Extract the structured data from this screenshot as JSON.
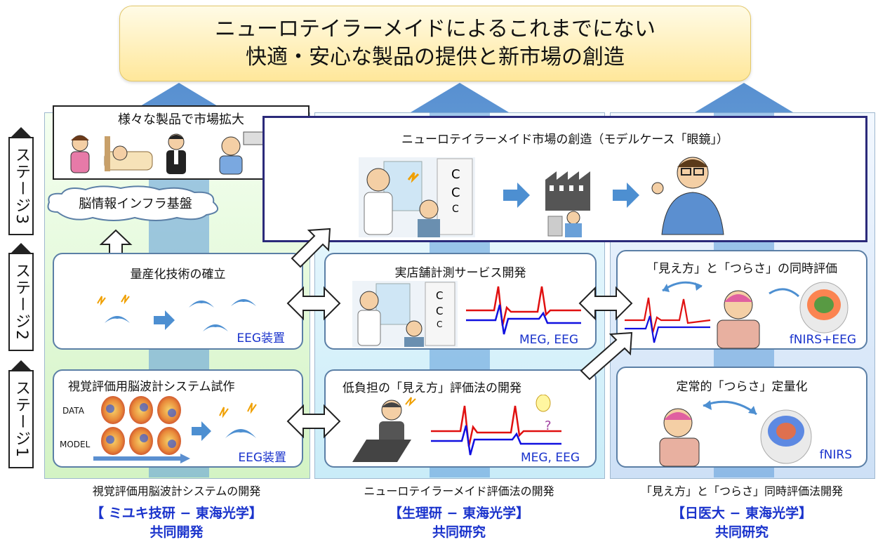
{
  "title": {
    "line1": "ニューロテイラーメイドによるこれまでにない",
    "line2": "快適・安心な製品の提供と新市場の創造"
  },
  "stages": {
    "stage3": "ステージ3",
    "stage2": "ステージ2",
    "stage1": "ステージ1"
  },
  "products": {
    "title": "様々な製品で市場拡大"
  },
  "infra": {
    "label": "脳情報インフラ基盤"
  },
  "market": {
    "title": "ニューロテイラーメイド市場の創造（モデルケース「眼鏡」）"
  },
  "col1": {
    "stage2_title": "量産化技術の確立",
    "stage2_tag": "EEG装置",
    "stage1_title": "視覚評価用脳波計システム試作",
    "stage1_data_label": "DATA",
    "stage1_model_label": "MODEL",
    "stage1_tag": "EEG装置",
    "footer_desc": "視覚評価用脳波計システムの開発",
    "footer_org": "【 ミユキ技研 − 東海光学】",
    "footer_rel": "共同開発"
  },
  "col2": {
    "stage2_title": "実店舗計測サービス開発",
    "stage2_tag": "MEG, EEG",
    "stage1_title": "低負担の「見え方」評価法の開発",
    "stage1_tag": "MEG, EEG",
    "footer_desc": "ニューロテイラーメイド評価法の開発",
    "footer_org": "【生理研 − 東海光学】",
    "footer_rel": "共同研究"
  },
  "col3": {
    "stage2_title": "「見え方」と「つらさ」の同時評価",
    "stage2_tag": "fNIRS+EEG",
    "stage1_title": "定常的「つらさ」定量化",
    "stage1_tag": "fNIRS",
    "footer_desc": "「見え方」と「つらさ」同時評価法開発",
    "footer_org": "【日医大 − 東海光学】",
    "footer_rel": "共同研究"
  },
  "colors": {
    "accent_blue": "#1a33cc",
    "arrow_blue": "#4d8fd1",
    "signal_red": "#e01010",
    "signal_blue": "#1010e0"
  }
}
